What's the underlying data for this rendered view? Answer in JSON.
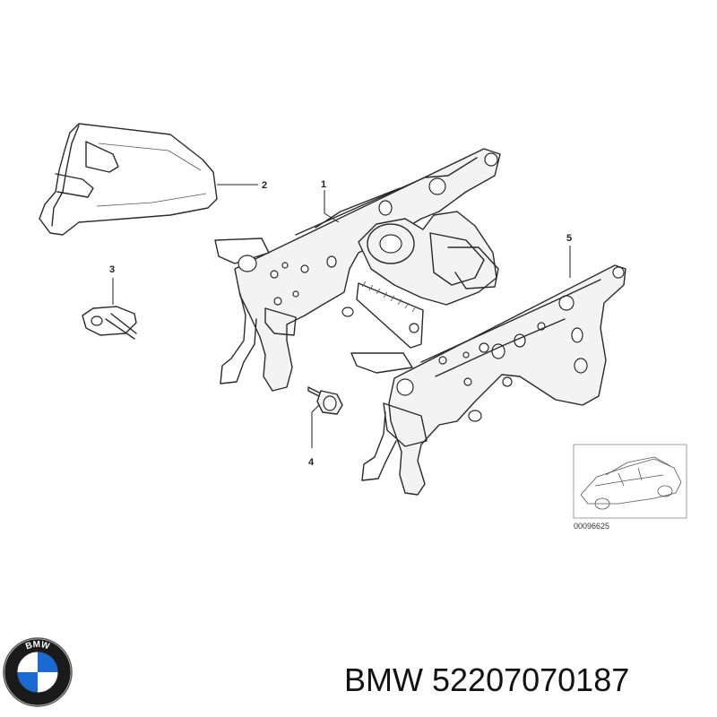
{
  "diagram": {
    "callouts": [
      {
        "id": "1",
        "label": "1"
      },
      {
        "id": "2",
        "label": "2"
      },
      {
        "id": "3",
        "label": "3"
      },
      {
        "id": "4",
        "label": "4"
      },
      {
        "id": "5",
        "label": "5"
      }
    ],
    "thumbnail_code": "00096625"
  },
  "logo": {
    "name": "bmw-roundel",
    "text": "BMW",
    "colors": {
      "blue": "#1c69d4",
      "black": "#111111",
      "white": "#ffffff"
    }
  },
  "caption": {
    "brand": "BMW",
    "part_number": "52207070187"
  }
}
